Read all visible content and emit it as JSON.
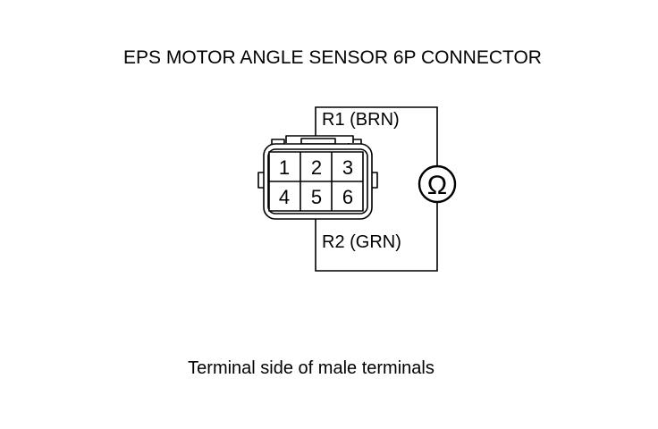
{
  "title": "EPS MOTOR ANGLE SENSOR 6P CONNECTOR",
  "wires": {
    "top_label": "R1 (BRN)",
    "bottom_label": "R2 (GRN)"
  },
  "connector": {
    "pins_top": [
      "1",
      "2",
      "3"
    ],
    "pins_bottom": [
      "4",
      "5",
      "6"
    ]
  },
  "meter": {
    "symbol": "Ω"
  },
  "caption": "Terminal side of male terminals",
  "colors": {
    "line": "#000000",
    "background": "#ffffff"
  }
}
